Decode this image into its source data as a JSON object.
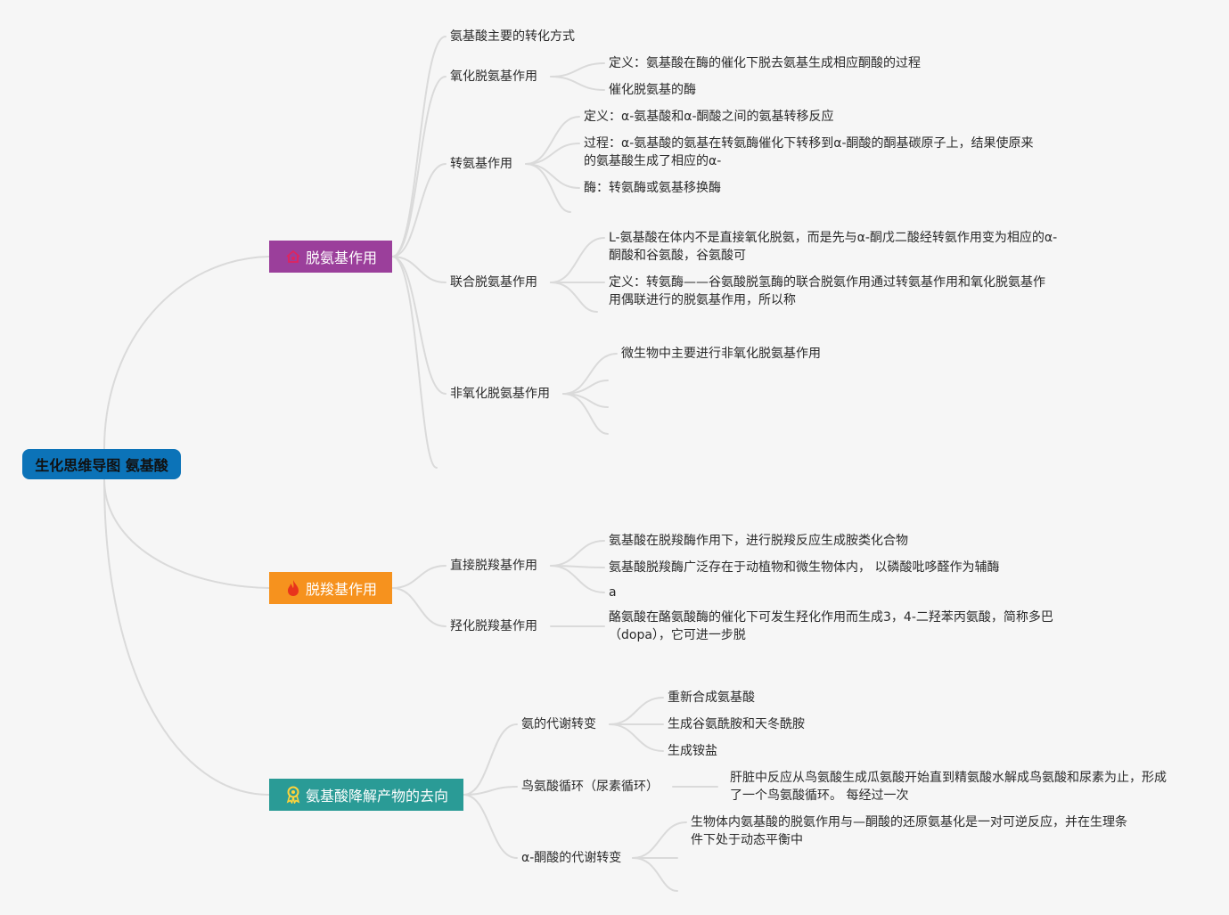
{
  "root": "生化思维导图 氨基酸",
  "branches": [
    {
      "label": "脱氨基作用",
      "icon": "house-icon",
      "color": "#9b3f9b",
      "children": [
        {
          "label": "氨基酸主要的转化方式"
        },
        {
          "label": "氧化脱氨基作用",
          "leaves": [
            "定义：氨基酸在酶的催化下脱去氨基生成相应酮酸的过程",
            "催化脱氨基的酶"
          ]
        },
        {
          "label": "转氨基作用",
          "leaves": [
            "定义：α-氨基酸和α-酮酸之间的氨基转移反应",
            "过程：α-氨基酸的氨基在转氨酶催化下转移到α-酮酸的酮基碳原子上，结果使原来的氨基酸生成了相应的α-",
            "酶：转氨酶或氨基移换酶"
          ]
        },
        {
          "label": "联合脱氨基作用",
          "leaves": [
            "L-氨基酸在体内不是直接氧化脱氨，而是先与α-酮戊二酸经转氨作用变为相应的α-酮酸和谷氨酸，谷氨酸可",
            "定义：转氨酶——谷氨酸脱氢酶的联合脱氨作用通过转氨基作用和氧化脱氨基作用偶联进行的脱氨基作用，所以称"
          ]
        },
        {
          "label": "非氧化脱氨基作用",
          "leaves": [
            "微生物中主要进行非氧化脱氨基作用"
          ]
        }
      ]
    },
    {
      "label": "脱羧基作用",
      "icon": "flame-icon",
      "color": "#f6921e",
      "children": [
        {
          "label": "直接脱羧基作用",
          "leaves": [
            "氨基酸在脱羧酶作用下，进行脱羧反应生成胺类化合物",
            "氨基酸脱羧酶广泛存在于动植物和微生物体内， 以磷酸吡哆醛作为辅酶",
            "a"
          ]
        },
        {
          "label": "羟化脱羧基作用",
          "leaves": [
            "酪氨酸在酪氨酸酶的催化下可发生羟化作用而生成3，4-二羟苯丙氨酸，简称多巴（dopa），它可进一步脱"
          ]
        }
      ]
    },
    {
      "label": "氨基酸降解产物的去向",
      "icon": "award-icon",
      "color": "#2a9b96",
      "children": [
        {
          "label": "氨的代谢转变",
          "leaves": [
            "重新合成氨基酸",
            "生成谷氨酰胺和天冬酰胺",
            "生成铵盐"
          ]
        },
        {
          "label": "鸟氨酸循环（尿素循环）",
          "leaves": [
            "肝脏中反应从鸟氨酸生成瓜氨酸开始直到精氨酸水解成鸟氨酸和尿素为止，形成了一个鸟氨酸循环。 每经过一次"
          ]
        },
        {
          "label": "α-酮酸的代谢转变",
          "leaves": [
            "生物体内氨基酸的脱氨作用与—酮酸的还原氨基化是一对可逆反应，并在生理条件下处于动态平衡中"
          ]
        }
      ]
    }
  ]
}
